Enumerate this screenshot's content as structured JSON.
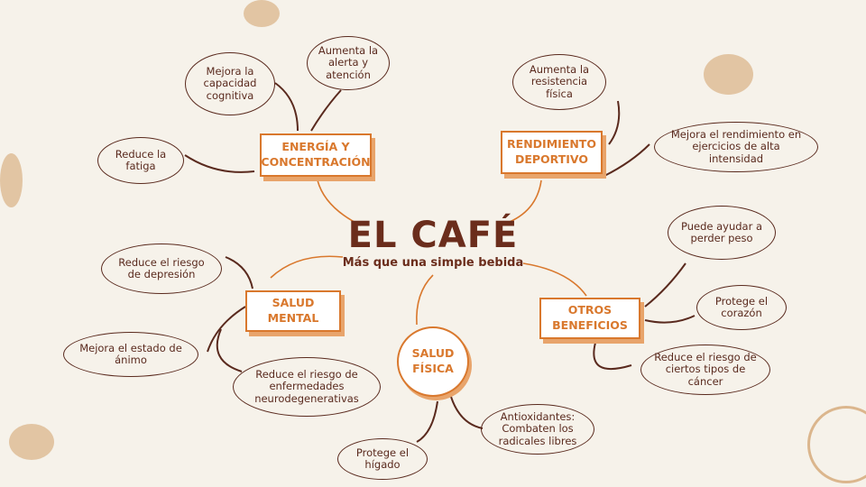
{
  "title": "EL CAFÉ",
  "subtitle": "Más que una simple bebida",
  "colors": {
    "brown": "#5a2a1e",
    "orange": "#d9782d",
    "background": "#f6f2ea"
  },
  "categories": {
    "energia": {
      "label": "ENERGÍA Y CONCENTRACIÓN",
      "items": [
        "Mejora la capacidad cognitiva",
        "Aumenta la alerta y atención",
        "Reduce la fatiga"
      ]
    },
    "rendimiento": {
      "label": "RENDIMIENTO DEPORTIVO",
      "items": [
        "Aumenta la resistencia física",
        "Mejora el rendimiento en ejercicios de alta intensidad"
      ]
    },
    "mental": {
      "label": "SALUD MENTAL",
      "items": [
        "Reduce el riesgo de depresión",
        "Mejora el estado de ánimo",
        "Reduce el riesgo de enfermedades neurodegenerativas"
      ]
    },
    "fisica": {
      "label": "SALUD FÍSICA",
      "items": [
        "Antioxidantes: Combaten los radicales libres",
        "Protege el hígado"
      ]
    },
    "otros": {
      "label": "OTROS BENEFICIOS",
      "items": [
        "Puede ayudar a perder peso",
        "Protege el corazón",
        "Reduce el riesgo de ciertos tipos de cáncer"
      ]
    }
  }
}
